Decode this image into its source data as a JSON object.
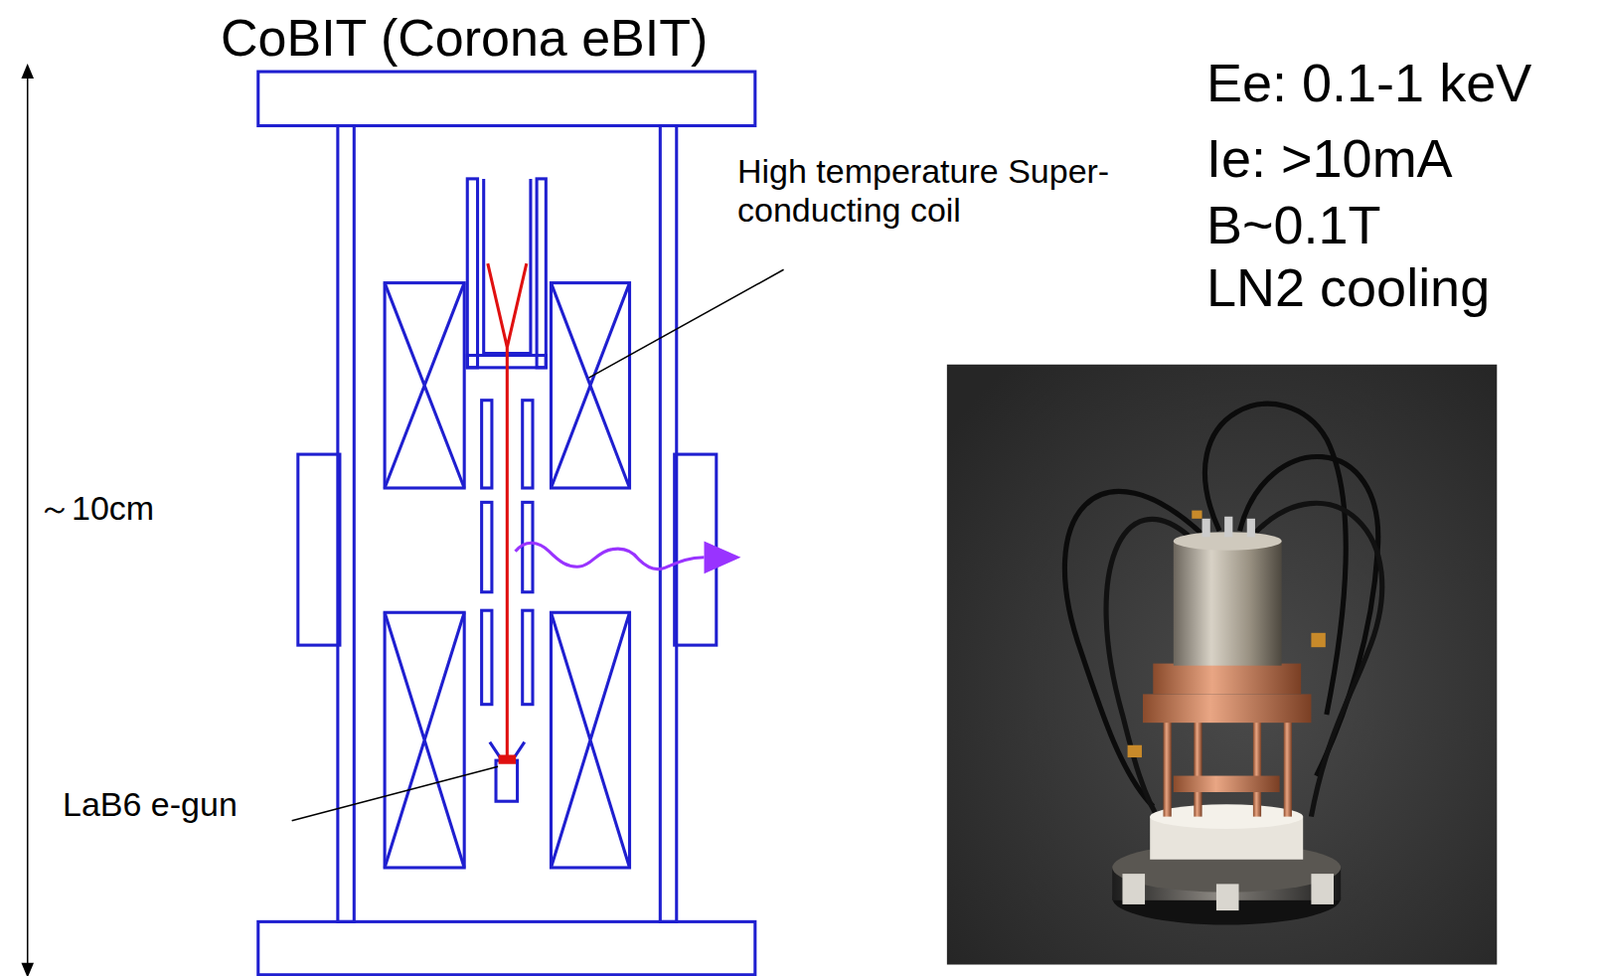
{
  "diagram": {
    "title": "CoBIT (Corona eBIT)",
    "labels": [
      "Ee: 0.1-1 keV",
      "Ie: >10mA",
      "B~0.1T",
      "LN2 cooling",
      "High temperature Super-conducting coil",
      "～10cm",
      "LaB6 e-gun"
    ]
  }
}
